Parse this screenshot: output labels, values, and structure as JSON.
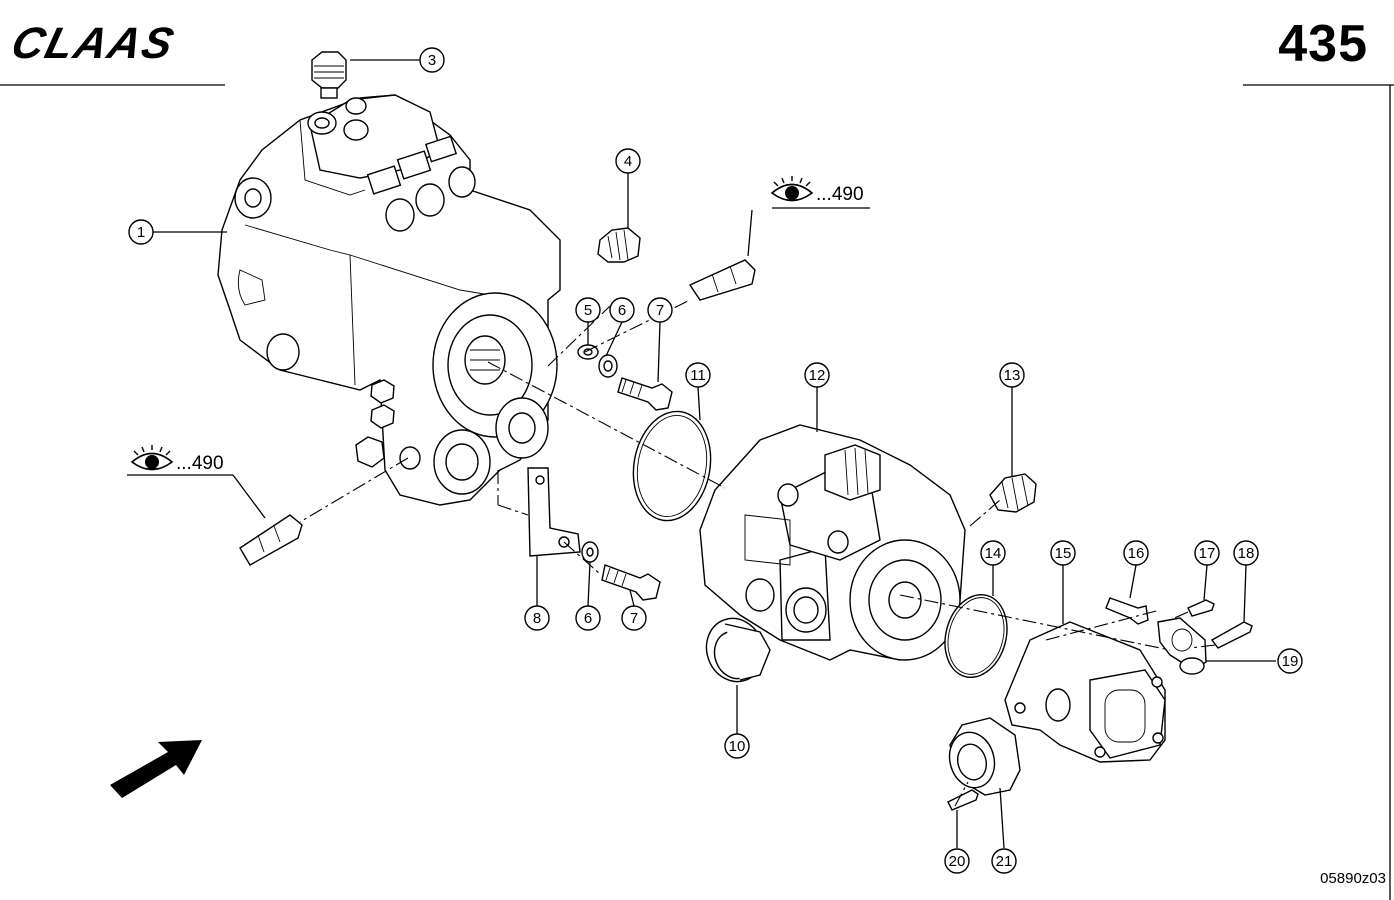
{
  "header": {
    "brand": "CLAAS",
    "page_number": "435"
  },
  "footer": {
    "drawing_code": "05890z03"
  },
  "colors": {
    "ink": "#000000",
    "paper": "#ffffff"
  },
  "references": [
    {
      "icon": "eye-icon",
      "text": "...490"
    },
    {
      "icon": "eye-icon",
      "text": "...490"
    }
  ],
  "callouts": [
    "1",
    "3",
    "4",
    "5",
    "6",
    "7",
    "8",
    "6",
    "7",
    "10",
    "11",
    "12",
    "13",
    "14",
    "15",
    "16",
    "17",
    "18",
    "19",
    "20",
    "21"
  ]
}
